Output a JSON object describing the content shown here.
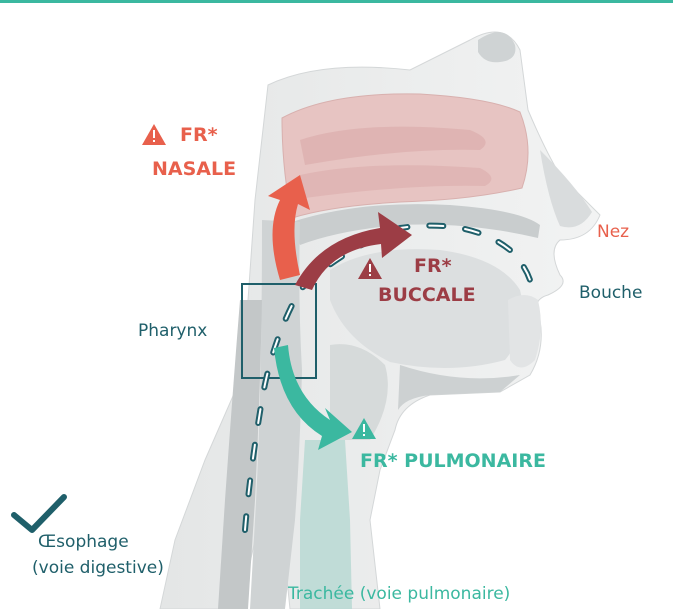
{
  "labels": {
    "fr_nasale_line1": "FR*",
    "fr_nasale_line2": "NASALE",
    "fr_buccale_line1": "FR*",
    "fr_buccale_line2": "BUCCALE",
    "fr_pulmonaire": "FR* PULMONAIRE",
    "nez": "Nez",
    "bouche": "Bouche",
    "pharynx": "Pharynx",
    "oesophage_line1": "Œsophage",
    "oesophage_line2": "(voie digestive)",
    "trachee": "Trachée (voie pulmonaire)"
  },
  "colors": {
    "nasale": "#e8604c",
    "buccale": "#9c3d45",
    "pulmonaire": "#3bb8a0",
    "teal_dark": "#1f5f6a",
    "nez_text": "#e8604c",
    "trachee_text": "#3bb8a0"
  },
  "icons": [
    "warning-icon",
    "checkmark-icon"
  ]
}
